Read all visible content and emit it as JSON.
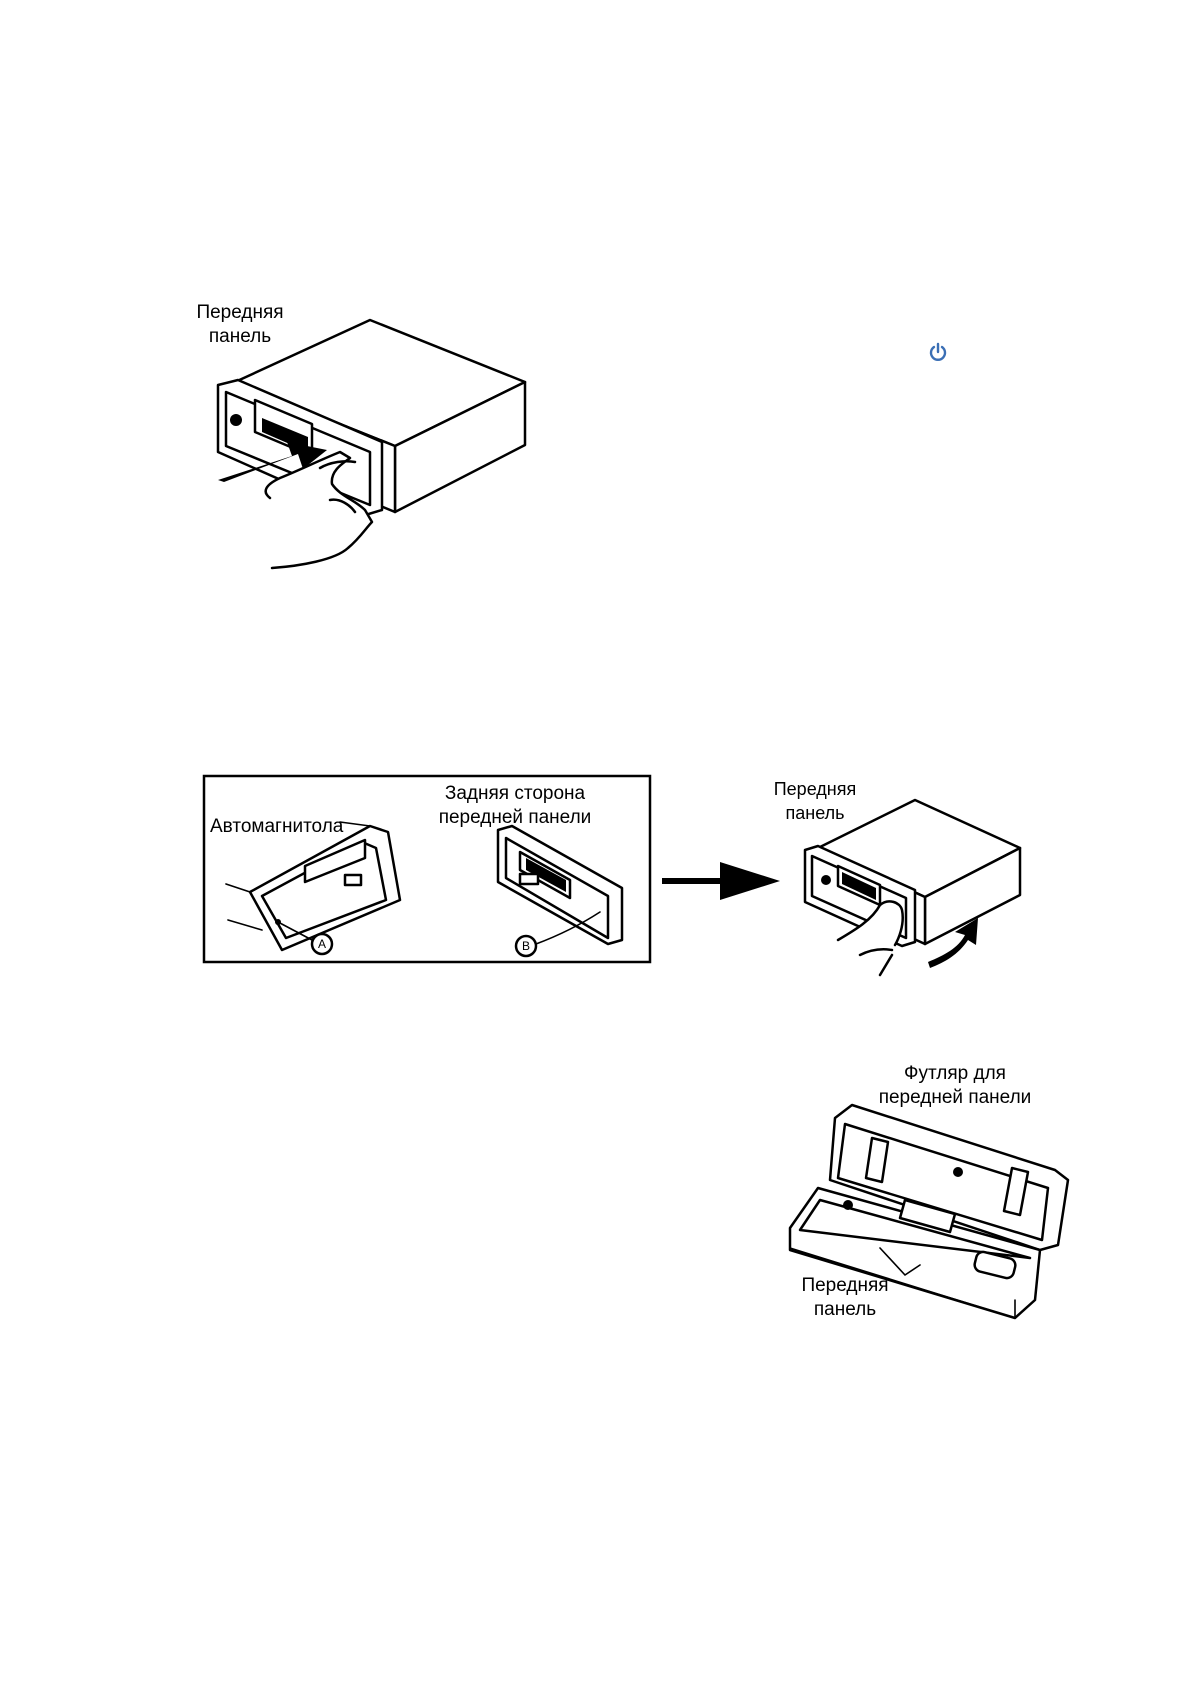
{
  "figure1": {
    "label_front_panel": [
      "Передняя",
      "панель"
    ]
  },
  "figure2": {
    "label_car_radio": "Автомагнитола",
    "label_back_side": [
      "Задняя сторона",
      "передней панели"
    ],
    "marker_a": "A",
    "marker_b": "B",
    "label_front_panel": [
      "Передняя",
      "панель"
    ]
  },
  "figure3": {
    "label_case": [
      "Футляр для",
      "передней панели"
    ],
    "label_front_panel": [
      "Передняя",
      "панель"
    ]
  },
  "colors": {
    "line": "#000000",
    "power_icon": "#3b6fb5"
  },
  "icons": {
    "power": "power-icon"
  }
}
